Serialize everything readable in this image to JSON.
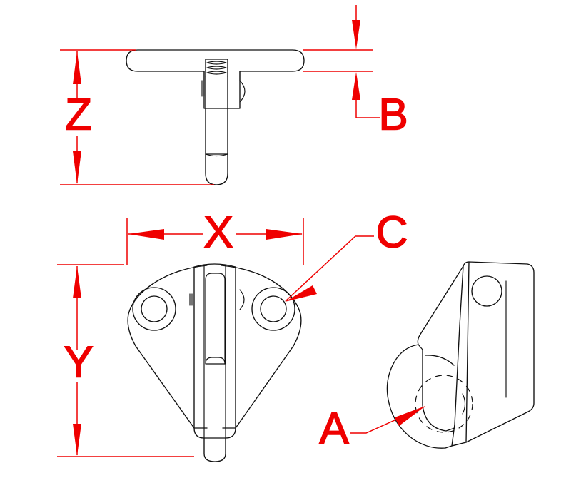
{
  "drawing": {
    "title": "Technical dimension drawing - bracket / swivel pad assembly",
    "background_color": "#ffffff",
    "annotation_color": "#ef0000",
    "part_line_color": "#101010",
    "views": [
      {
        "name": "top-view",
        "description": "Side elevation of tee-handle with threaded stud, top of sheet"
      },
      {
        "name": "front-view",
        "description": "Front elevation showing triangular bracket body with two eyelets and central roller"
      },
      {
        "name": "iso-view",
        "description": "Isometric pictorial view of the bracket at lower right"
      }
    ],
    "dimension_labels": [
      {
        "id": "Z",
        "text": "Z",
        "view": "top-view",
        "orientation": "vertical",
        "placement": "left"
      },
      {
        "id": "B",
        "text": "B",
        "view": "top-view",
        "orientation": "vertical",
        "placement": "right"
      },
      {
        "id": "X",
        "text": "X",
        "view": "front-view",
        "orientation": "horizontal",
        "placement": "top"
      },
      {
        "id": "Y",
        "text": "Y",
        "view": "front-view",
        "orientation": "vertical",
        "placement": "left"
      },
      {
        "id": "C",
        "text": "C",
        "view": "front-view",
        "orientation": "leader",
        "placement": "upper-right",
        "points_at": "right-eyelet-bore"
      },
      {
        "id": "A",
        "text": "A",
        "view": "iso-view",
        "orientation": "leader",
        "placement": "lower-left",
        "points_at": "hidden-roller-bore"
      }
    ]
  }
}
